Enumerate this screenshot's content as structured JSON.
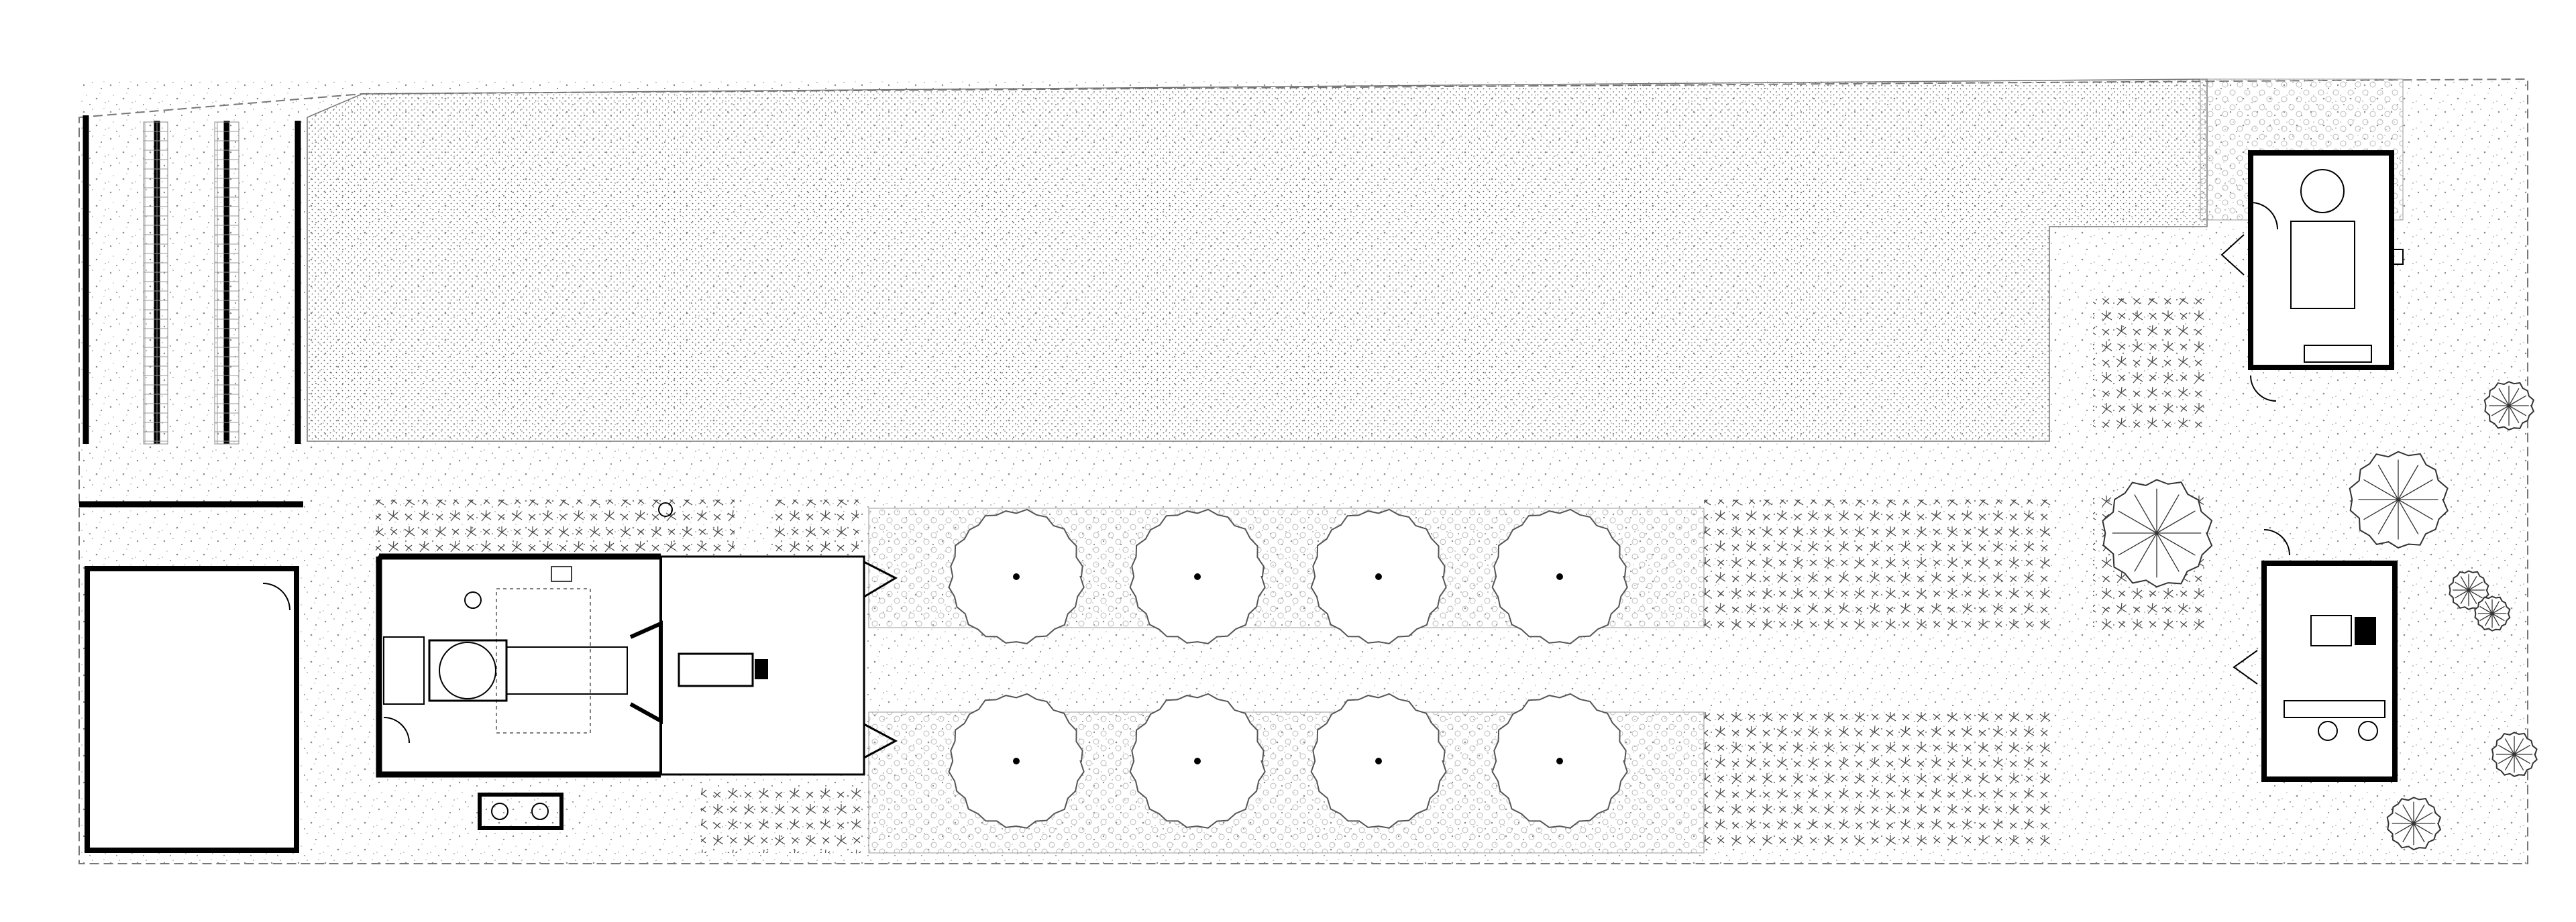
{
  "drawing": {
    "kind": "site-plan",
    "ink_color": "#000000",
    "paper_color": "#ffffff",
    "fill_gray": "#9a9a9a"
  },
  "zones": [
    {
      "id": "lawn-field"
    },
    {
      "id": "gravel-ground"
    },
    {
      "id": "parking-lot"
    },
    {
      "id": "garage-building"
    },
    {
      "id": "main-house"
    },
    {
      "id": "tree-allee"
    },
    {
      "id": "planting-beds"
    },
    {
      "id": "pavilion-dining"
    },
    {
      "id": "pavilion-bath"
    },
    {
      "id": "shrub-cluster"
    }
  ],
  "icons": [
    "tree-icon",
    "shrub-icon",
    "door-swing-icon",
    "stove-icon",
    "bed-icon",
    "table-icon",
    "sink-icon"
  ],
  "labels": {}
}
